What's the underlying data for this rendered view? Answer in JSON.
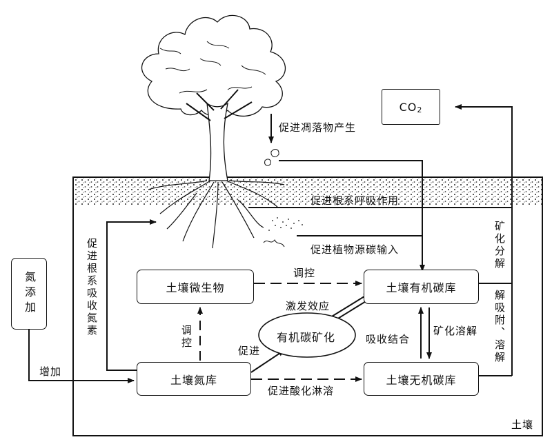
{
  "title": "",
  "labels": {
    "co2_main": "CO",
    "co2_sub": "2",
    "nitrogen_addition": "氮添加",
    "soil_microbes": "土壤微生物",
    "soil_organic_carbon": "土壤有机碳库",
    "soil_nitrogen": "土壤氮库",
    "soil_inorganic_carbon": "土壤无机碳库",
    "organic_carbon_mineralization": "有机碳矿化",
    "promote_litter": "促进凋落物产生",
    "promote_root_respiration": "促进根系呼吸作用",
    "promote_plant_carbon_input": "促进植物源碳输入",
    "promote_root_n_uptake": "促进根系吸收氮素",
    "increase": "增加",
    "regulate_1": "调控",
    "regulate_2": "调控",
    "priming_effect": "激发效应",
    "promote": "促进",
    "absorption_binding": "吸收结合",
    "mineral_dissolution": "矿化溶解",
    "mineral_decomposition": "矿化分解",
    "desorption_dissolution": "解吸附、溶解",
    "promote_acid_leaching": "促进酸化淋溶",
    "soil": "土壤"
  },
  "colors": {
    "line": "#111111",
    "soil_dots": "#222222",
    "soil_fill": "#f2f2f2"
  }
}
